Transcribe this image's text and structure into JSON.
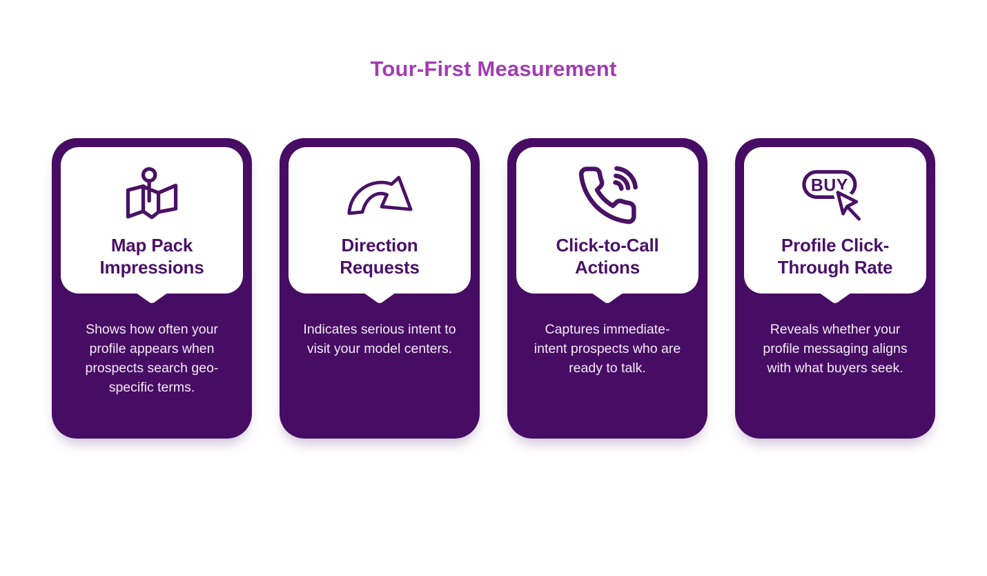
{
  "page": {
    "title": "Tour-First Measurement"
  },
  "colors": {
    "header_text": "#a23cb3",
    "card_background": "#470c63",
    "card_title_text": "#4a1268",
    "icon_stroke": "#4a1265",
    "panel_background": "#ffffff",
    "description_text": "#f3ecf8"
  },
  "cards": [
    {
      "icon": "map-pin-icon",
      "title": "Map Pack Impressions",
      "description": "Shows how often your profile appears when prospects search geo-specific terms."
    },
    {
      "icon": "direction-arrow-icon",
      "title": "Direction Requests",
      "description": "Indicates serious intent to visit your model centers."
    },
    {
      "icon": "click-to-call-icon",
      "title": "Click-to-Call Actions",
      "description": "Captures immediate-intent prospects who are ready to talk."
    },
    {
      "icon": "buy-cursor-icon",
      "title": "Profile Click-Through Rate",
      "description": "Reveals whether your profile messaging aligns with what buyers seek."
    }
  ]
}
